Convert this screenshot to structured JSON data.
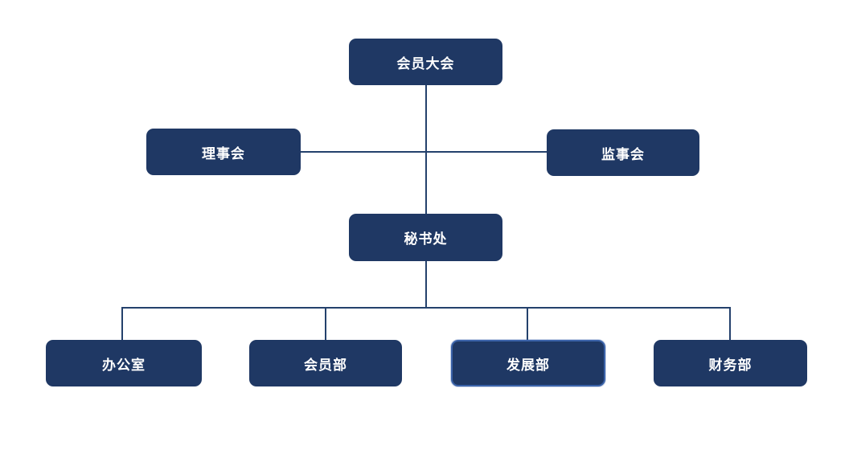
{
  "diagram": {
    "type": "org-chart",
    "colors": {
      "node_fill": "#1f3864",
      "line": "#24416c",
      "selected_border": "#3a62a8",
      "text": "#ffffff",
      "background": "#ffffff"
    },
    "nodes": [
      {
        "id": "members-assembly",
        "label": "会员大会",
        "level": 1,
        "selected": false
      },
      {
        "id": "board-of-directors",
        "label": "理事会",
        "level": 2,
        "selected": false
      },
      {
        "id": "supervisory-board",
        "label": "监事会",
        "level": 2,
        "selected": false
      },
      {
        "id": "secretariat",
        "label": "秘书处",
        "level": 3,
        "selected": false
      },
      {
        "id": "office",
        "label": "办公室",
        "level": 4,
        "selected": false
      },
      {
        "id": "membership-dept",
        "label": "会员部",
        "level": 4,
        "selected": false
      },
      {
        "id": "development-dept",
        "label": "发展部",
        "level": 4,
        "selected": true
      },
      {
        "id": "finance-dept",
        "label": "财务部",
        "level": 4,
        "selected": false
      }
    ],
    "edges": [
      {
        "from": "members-assembly",
        "to": "secretariat"
      },
      {
        "from": "board-of-directors",
        "to": "supervisory-board"
      },
      {
        "from": "secretariat",
        "to": "office"
      },
      {
        "from": "secretariat",
        "to": "membership-dept"
      },
      {
        "from": "secretariat",
        "to": "development-dept"
      },
      {
        "from": "secretariat",
        "to": "finance-dept"
      }
    ]
  }
}
